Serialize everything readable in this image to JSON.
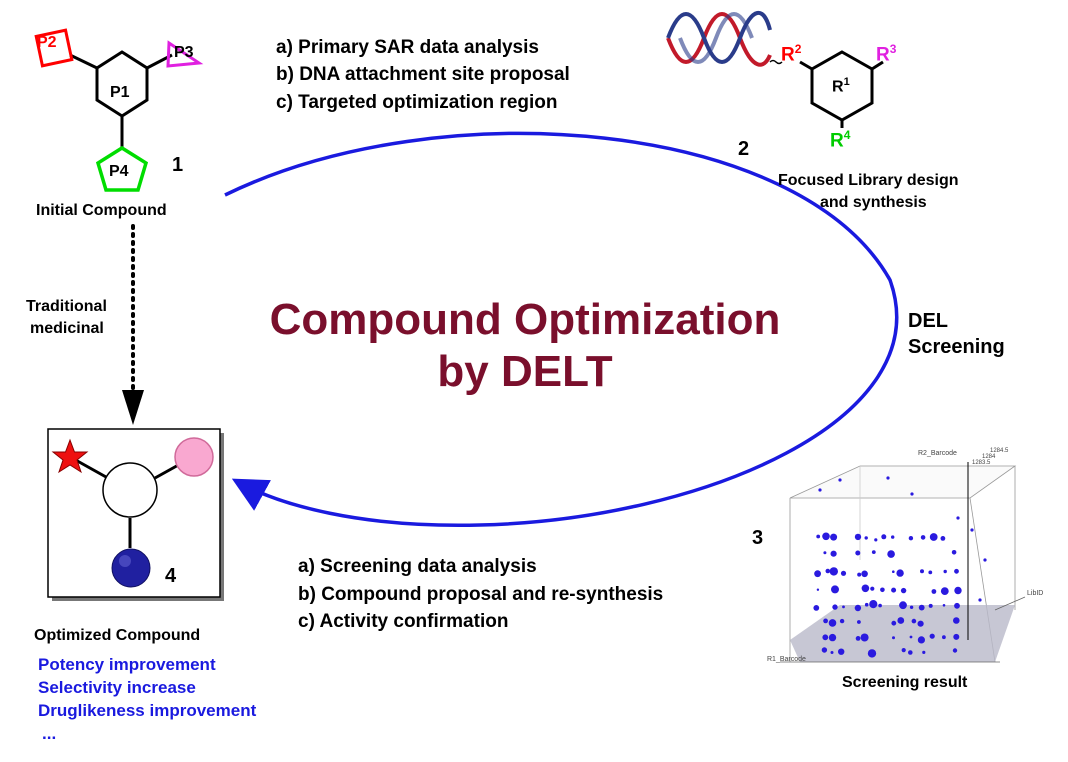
{
  "title": {
    "line1": "Compound Optimization",
    "line2": "by DELT"
  },
  "step1": {
    "number": "1",
    "caption": "Initial Compound",
    "labels": {
      "p1": "P1",
      "p2": "P2",
      "p3": "P3",
      "p4": "P4"
    }
  },
  "step1_points": [
    "a) Primary SAR data analysis",
    "b) DNA attachment site proposal",
    "c) Targeted optimization region"
  ],
  "step2": {
    "number": "2",
    "caption_line1": "Focused Library design",
    "caption_line2": "and synthesis",
    "r1": "R",
    "r1_sup": "1",
    "r2": "R",
    "r2_sup": "2",
    "r3": "R",
    "r3_sup": "3",
    "r4": "R",
    "r4_sup": "4"
  },
  "screening_label": {
    "line1": "DEL",
    "line2": "Screening"
  },
  "step3": {
    "number": "3",
    "caption": "Screening result",
    "plot_labels": {
      "r2_axis": "R2_Barcode",
      "r1_axis": "R1_Barcode",
      "lib_axis": "LibID",
      "tick_a": "1284.5",
      "tick_b": "1284",
      "tick_c": "1283.5"
    }
  },
  "step3_points": [
    "a) Screening data analysis",
    "b) Compound proposal and re-synthesis",
    "c) Activity confirmation"
  ],
  "traditional": {
    "line1": "Traditional",
    "line2": "medicinal"
  },
  "step4": {
    "number": "4",
    "caption": "Optimized Compound",
    "benefits": [
      "Potency improvement",
      "Selectivity increase",
      "Druglikeness improvement",
      "..."
    ]
  },
  "colors": {
    "title": "#7a0f2c",
    "cycle_arrow": "#1a1adf",
    "p2": "#ff0000",
    "p3": "#e020e0",
    "p4": "#00dd00",
    "r2": "#ff0000",
    "r3": "#e020e0",
    "r4": "#00cc00",
    "benefit_text": "#1a1adf"
  }
}
